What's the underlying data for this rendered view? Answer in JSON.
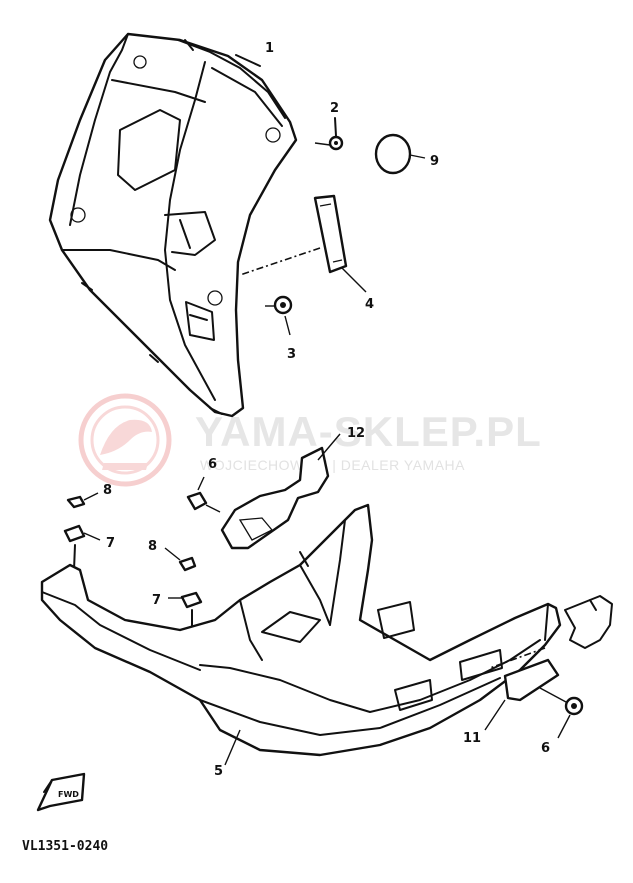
{
  "watermark": {
    "title": "YAMA-SKLEP.PL",
    "subtitle": "WOJCIECHOWICZ | DEALER YAMAHA",
    "colors": {
      "logo": "#f4c4c4",
      "text": "#e6e6e6"
    },
    "logo_icon": "yamaha-tuning-fork-logo-icon"
  },
  "diagram_code": "VL1351-0240",
  "direction_icon": {
    "label": "FWD",
    "icon": "fwd-arrow-icon"
  },
  "callouts": [
    {
      "id": "c1",
      "label": "1"
    },
    {
      "id": "c2",
      "label": "2"
    },
    {
      "id": "c3",
      "label": "3"
    },
    {
      "id": "c4",
      "label": "4"
    },
    {
      "id": "c9",
      "label": "9"
    },
    {
      "id": "c12",
      "label": "12"
    },
    {
      "id": "c6a",
      "label": "6"
    },
    {
      "id": "c8a",
      "label": "8"
    },
    {
      "id": "c7a",
      "label": "7"
    },
    {
      "id": "c8b",
      "label": "8"
    },
    {
      "id": "c7b",
      "label": "7"
    },
    {
      "id": "c5",
      "label": "5"
    },
    {
      "id": "c11",
      "label": "11"
    },
    {
      "id": "c6b",
      "label": "6"
    }
  ]
}
